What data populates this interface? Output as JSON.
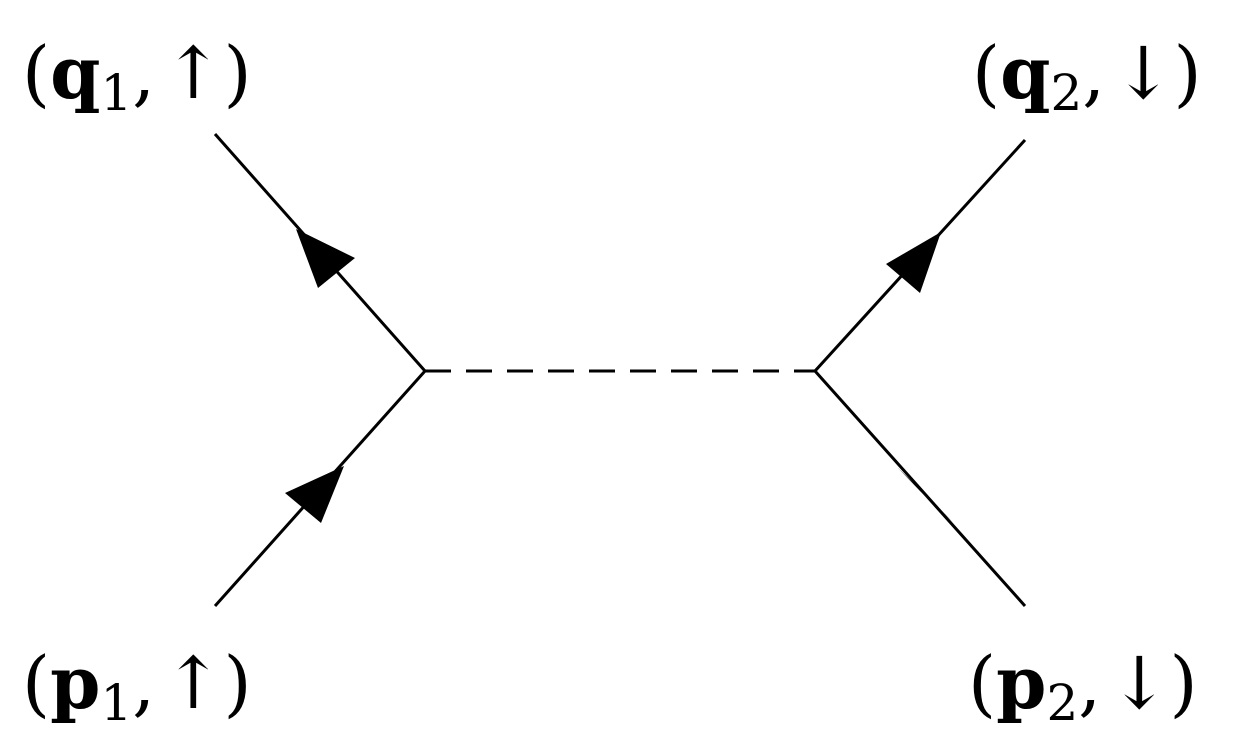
{
  "diagram": {
    "type": "feynman-diagram",
    "line_color": "#000000",
    "background": "#ffffff",
    "propagator_style": "dashed",
    "labels": {
      "top_left": {
        "open": "(",
        "symbol": "q",
        "index": "1",
        "sep": ",",
        "spin": "↑",
        "close": ")"
      },
      "top_right": {
        "open": "(",
        "symbol": "q",
        "index": "2",
        "sep": ",",
        "spin": "↓",
        "close": ")"
      },
      "bottom_left": {
        "open": "(",
        "symbol": "p",
        "index": "1",
        "sep": ",",
        "spin": "↑",
        "close": ")"
      },
      "bottom_right": {
        "open": "(",
        "symbol": "p",
        "index": "2",
        "sep": ",",
        "spin": "↓",
        "close": ")"
      }
    }
  }
}
